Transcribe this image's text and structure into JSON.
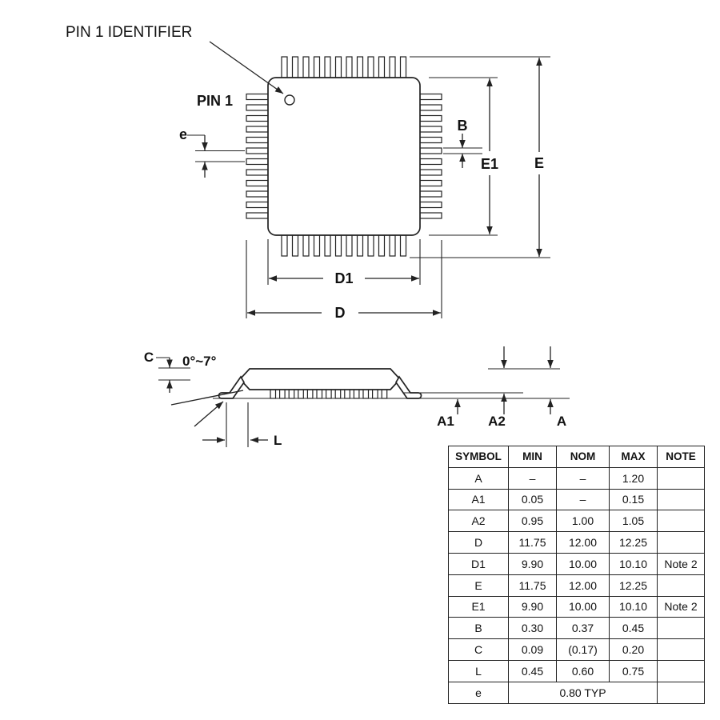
{
  "diagram": {
    "top_view": {
      "pin1_identifier": "PIN 1 IDENTIFIER",
      "pin1": "PIN 1",
      "dim_e": "e",
      "dim_B": "B",
      "dim_E1": "E1",
      "dim_E": "E",
      "dim_D1": "D1",
      "dim_D": "D"
    },
    "side_view": {
      "dim_C": "C",
      "angle": "0°~7°",
      "dim_A1": "A1",
      "dim_A2": "A2",
      "dim_A": "A",
      "dim_L": "L"
    }
  },
  "table": {
    "headers": [
      "SYMBOL",
      "MIN",
      "NOM",
      "MAX",
      "NOTE"
    ],
    "rows": [
      {
        "symbol": "A",
        "min": "–",
        "nom": "–",
        "max": "1.20",
        "note": ""
      },
      {
        "symbol": "A1",
        "min": "0.05",
        "nom": "–",
        "max": "0.15",
        "note": ""
      },
      {
        "symbol": "A2",
        "min": "0.95",
        "nom": "1.00",
        "max": "1.05",
        "note": ""
      },
      {
        "symbol": "D",
        "min": "11.75",
        "nom": "12.00",
        "max": "12.25",
        "note": ""
      },
      {
        "symbol": "D1",
        "min": "9.90",
        "nom": "10.00",
        "max": "10.10",
        "note": "Note 2"
      },
      {
        "symbol": "E",
        "min": "11.75",
        "nom": "12.00",
        "max": "12.25",
        "note": ""
      },
      {
        "symbol": "E1",
        "min": "9.90",
        "nom": "10.00",
        "max": "10.10",
        "note": "Note 2"
      },
      {
        "symbol": "B",
        "min": "0.30",
        "nom": "0.37",
        "max": "0.45",
        "note": ""
      },
      {
        "symbol": "C",
        "min": "0.09",
        "nom": "(0.17)",
        "max": "0.20",
        "note": ""
      },
      {
        "symbol": "L",
        "min": "0.45",
        "nom": "0.60",
        "max": "0.75",
        "note": ""
      },
      {
        "symbol": "e",
        "value": "0.80 TYP",
        "note": ""
      }
    ]
  }
}
